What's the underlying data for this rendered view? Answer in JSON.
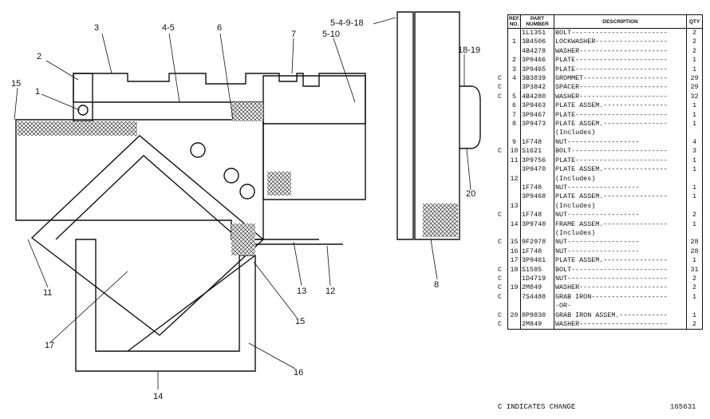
{
  "callouts": [
    {
      "id": "c1",
      "text": "1"
    },
    {
      "id": "c2",
      "text": "2"
    },
    {
      "id": "c3",
      "text": "3"
    },
    {
      "id": "c45",
      "text": "4-5"
    },
    {
      "id": "c6",
      "text": "6"
    },
    {
      "id": "c7",
      "text": "7"
    },
    {
      "id": "c54918",
      "text": "5-4-9-18"
    },
    {
      "id": "c510",
      "text": "5-10"
    },
    {
      "id": "c1819",
      "text": "18-19"
    },
    {
      "id": "c15a",
      "text": "15"
    },
    {
      "id": "c11",
      "text": "11"
    },
    {
      "id": "c17",
      "text": "17"
    },
    {
      "id": "c14",
      "text": "14"
    },
    {
      "id": "c16",
      "text": "16"
    },
    {
      "id": "c15b",
      "text": "15"
    },
    {
      "id": "c13",
      "text": "13"
    },
    {
      "id": "c12",
      "text": "12"
    },
    {
      "id": "c8",
      "text": "8"
    },
    {
      "id": "c20",
      "text": "20"
    }
  ],
  "parts_table": {
    "headers": {
      "ref": "REF. NO.",
      "part": "PART NUMBER",
      "desc": "DESCRIPTION",
      "qty": "QTY"
    },
    "rows": [
      {
        "c": "",
        "ref": "",
        "part": "1L1351",
        "desc": "BOLT------------------------",
        "qty": "2"
      },
      {
        "c": "",
        "ref": "1",
        "part": "3B4506",
        "desc": "LOCKWASHER------------------",
        "qty": "2"
      },
      {
        "c": "",
        "ref": "",
        "part": "4B4278",
        "desc": "WASHER----------------------",
        "qty": "2"
      },
      {
        "c": "",
        "ref": "2",
        "part": "3P9466",
        "desc": "PLATE-----------------------",
        "qty": "1"
      },
      {
        "c": "",
        "ref": "3",
        "part": "3P9465",
        "desc": "PLATE-----------------------",
        "qty": "1"
      },
      {
        "c": "C",
        "ref": "4",
        "part": "3B3839",
        "desc": "GROMMET---------------------",
        "qty": "29"
      },
      {
        "c": "C",
        "ref": "",
        "part": "3P3842",
        "desc": "SPACER----------------------",
        "qty": "29"
      },
      {
        "c": "C",
        "ref": "5",
        "part": "4B4280",
        "desc": "WASHER----------------------",
        "qty": "32"
      },
      {
        "c": "",
        "ref": "6",
        "part": "3P9463",
        "desc": "PLATE ASSEM.----------------",
        "qty": "1"
      },
      {
        "c": "",
        "ref": "7",
        "part": "3P9467",
        "desc": "PLATE-----------------------",
        "qty": "1"
      },
      {
        "c": "",
        "ref": "8",
        "part": "3P9473",
        "desc": "PLATE ASSEM.----------------",
        "qty": "1"
      },
      {
        "c": "",
        "ref": "",
        "part": "",
        "desc": "      (Includes)",
        "qty": ""
      },
      {
        "c": "",
        "ref": "9",
        "part": "1F748",
        "desc": "      NUT------------------",
        "qty": "4"
      },
      {
        "c": "C",
        "ref": "10",
        "part": "S1621",
        "desc": "BOLT------------------------",
        "qty": "3"
      },
      {
        "c": "",
        "ref": "11",
        "part": "3P9756",
        "desc": "PLATE-----------------------",
        "qty": "1"
      },
      {
        "c": "",
        "ref": "",
        "part": "3P9470",
        "desc": "PLATE ASSEM.----------------",
        "qty": "1"
      },
      {
        "c": "",
        "ref": "12",
        "part": "",
        "desc": "      (Includes)",
        "qty": ""
      },
      {
        "c": "",
        "ref": "",
        "part": "1F748",
        "desc": "      NUT------------------",
        "qty": "1"
      },
      {
        "c": "",
        "ref": "",
        "part": "3P9468",
        "desc": "PLATE ASSEM.----------------",
        "qty": "1"
      },
      {
        "c": "",
        "ref": "13",
        "part": "",
        "desc": "      (Includes)",
        "qty": ""
      },
      {
        "c": "C",
        "ref": "",
        "part": "1F748",
        "desc": "      NUT------------------",
        "qty": "2"
      },
      {
        "c": "",
        "ref": "14",
        "part": "3P9740",
        "desc": "FRAME ASSEM.----------------",
        "qty": "1"
      },
      {
        "c": "",
        "ref": "",
        "part": "",
        "desc": "      (Includes)",
        "qty": ""
      },
      {
        "c": "C",
        "ref": "15",
        "part": "9F2978",
        "desc": "      NUT------------------",
        "qty": "28"
      },
      {
        "c": "",
        "ref": "16",
        "part": "1F748",
        "desc": "      NUT------------------",
        "qty": "28"
      },
      {
        "c": "",
        "ref": "17",
        "part": "3P9461",
        "desc": "PLATE ASSEM.----------------",
        "qty": "1"
      },
      {
        "c": "C",
        "ref": "18",
        "part": "S1585",
        "desc": "BOLT------------------------",
        "qty": "31"
      },
      {
        "c": "C",
        "ref": "",
        "part": "1D4719",
        "desc": "NUT-------------------------",
        "qty": "2"
      },
      {
        "c": "C",
        "ref": "19",
        "part": "2M849",
        "desc": "WASHER----------------------",
        "qty": "2"
      },
      {
        "c": "C",
        "ref": "",
        "part": "7S4488",
        "desc": "GRAB IRON-------------------",
        "qty": "1"
      },
      {
        "c": "",
        "ref": "",
        "part": "",
        "desc": "           -OR-",
        "qty": ""
      },
      {
        "c": "C",
        "ref": "20",
        "part": "8P9830",
        "desc": "GRAB IRON ASSEM.------------",
        "qty": "1"
      },
      {
        "c": "C",
        "ref": "",
        "part": "2M849",
        "desc": "WASHER----------------------",
        "qty": "2"
      }
    ]
  },
  "footer_note": "C INDICATES CHANGE",
  "figure_no": "165631"
}
